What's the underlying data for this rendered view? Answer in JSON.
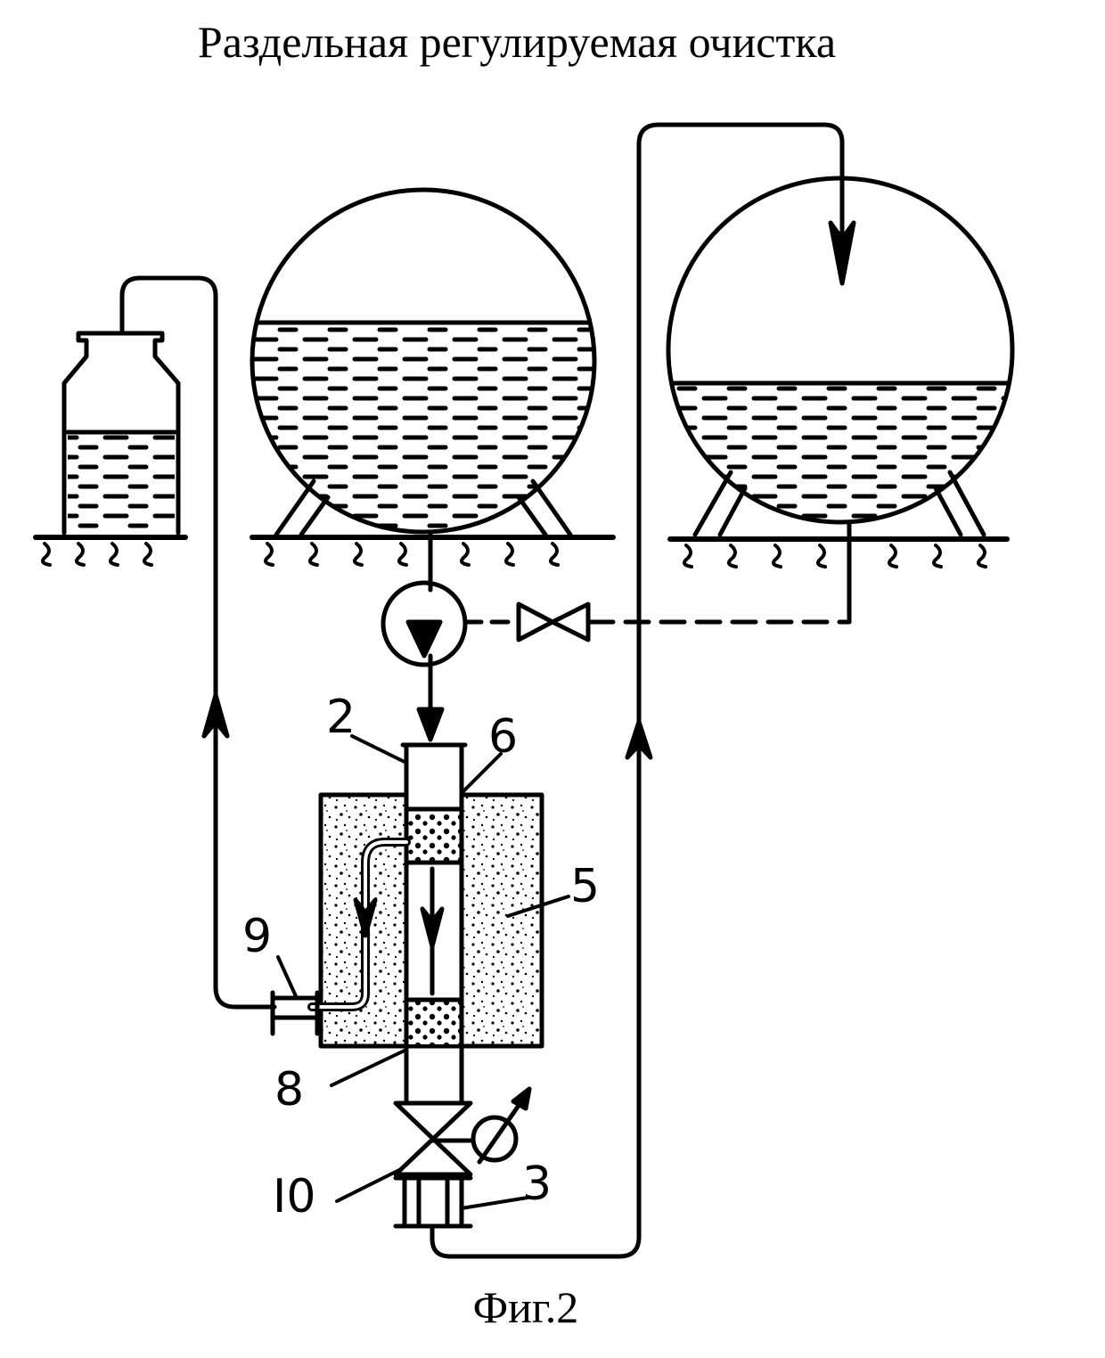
{
  "title": "Раздельная регулируемая очистка",
  "caption": "Фиг.2",
  "labels": {
    "l2": "2",
    "l6": "6",
    "l5": "5",
    "l9": "9",
    "l8": "8",
    "l10": "I0",
    "l3": "3"
  }
}
